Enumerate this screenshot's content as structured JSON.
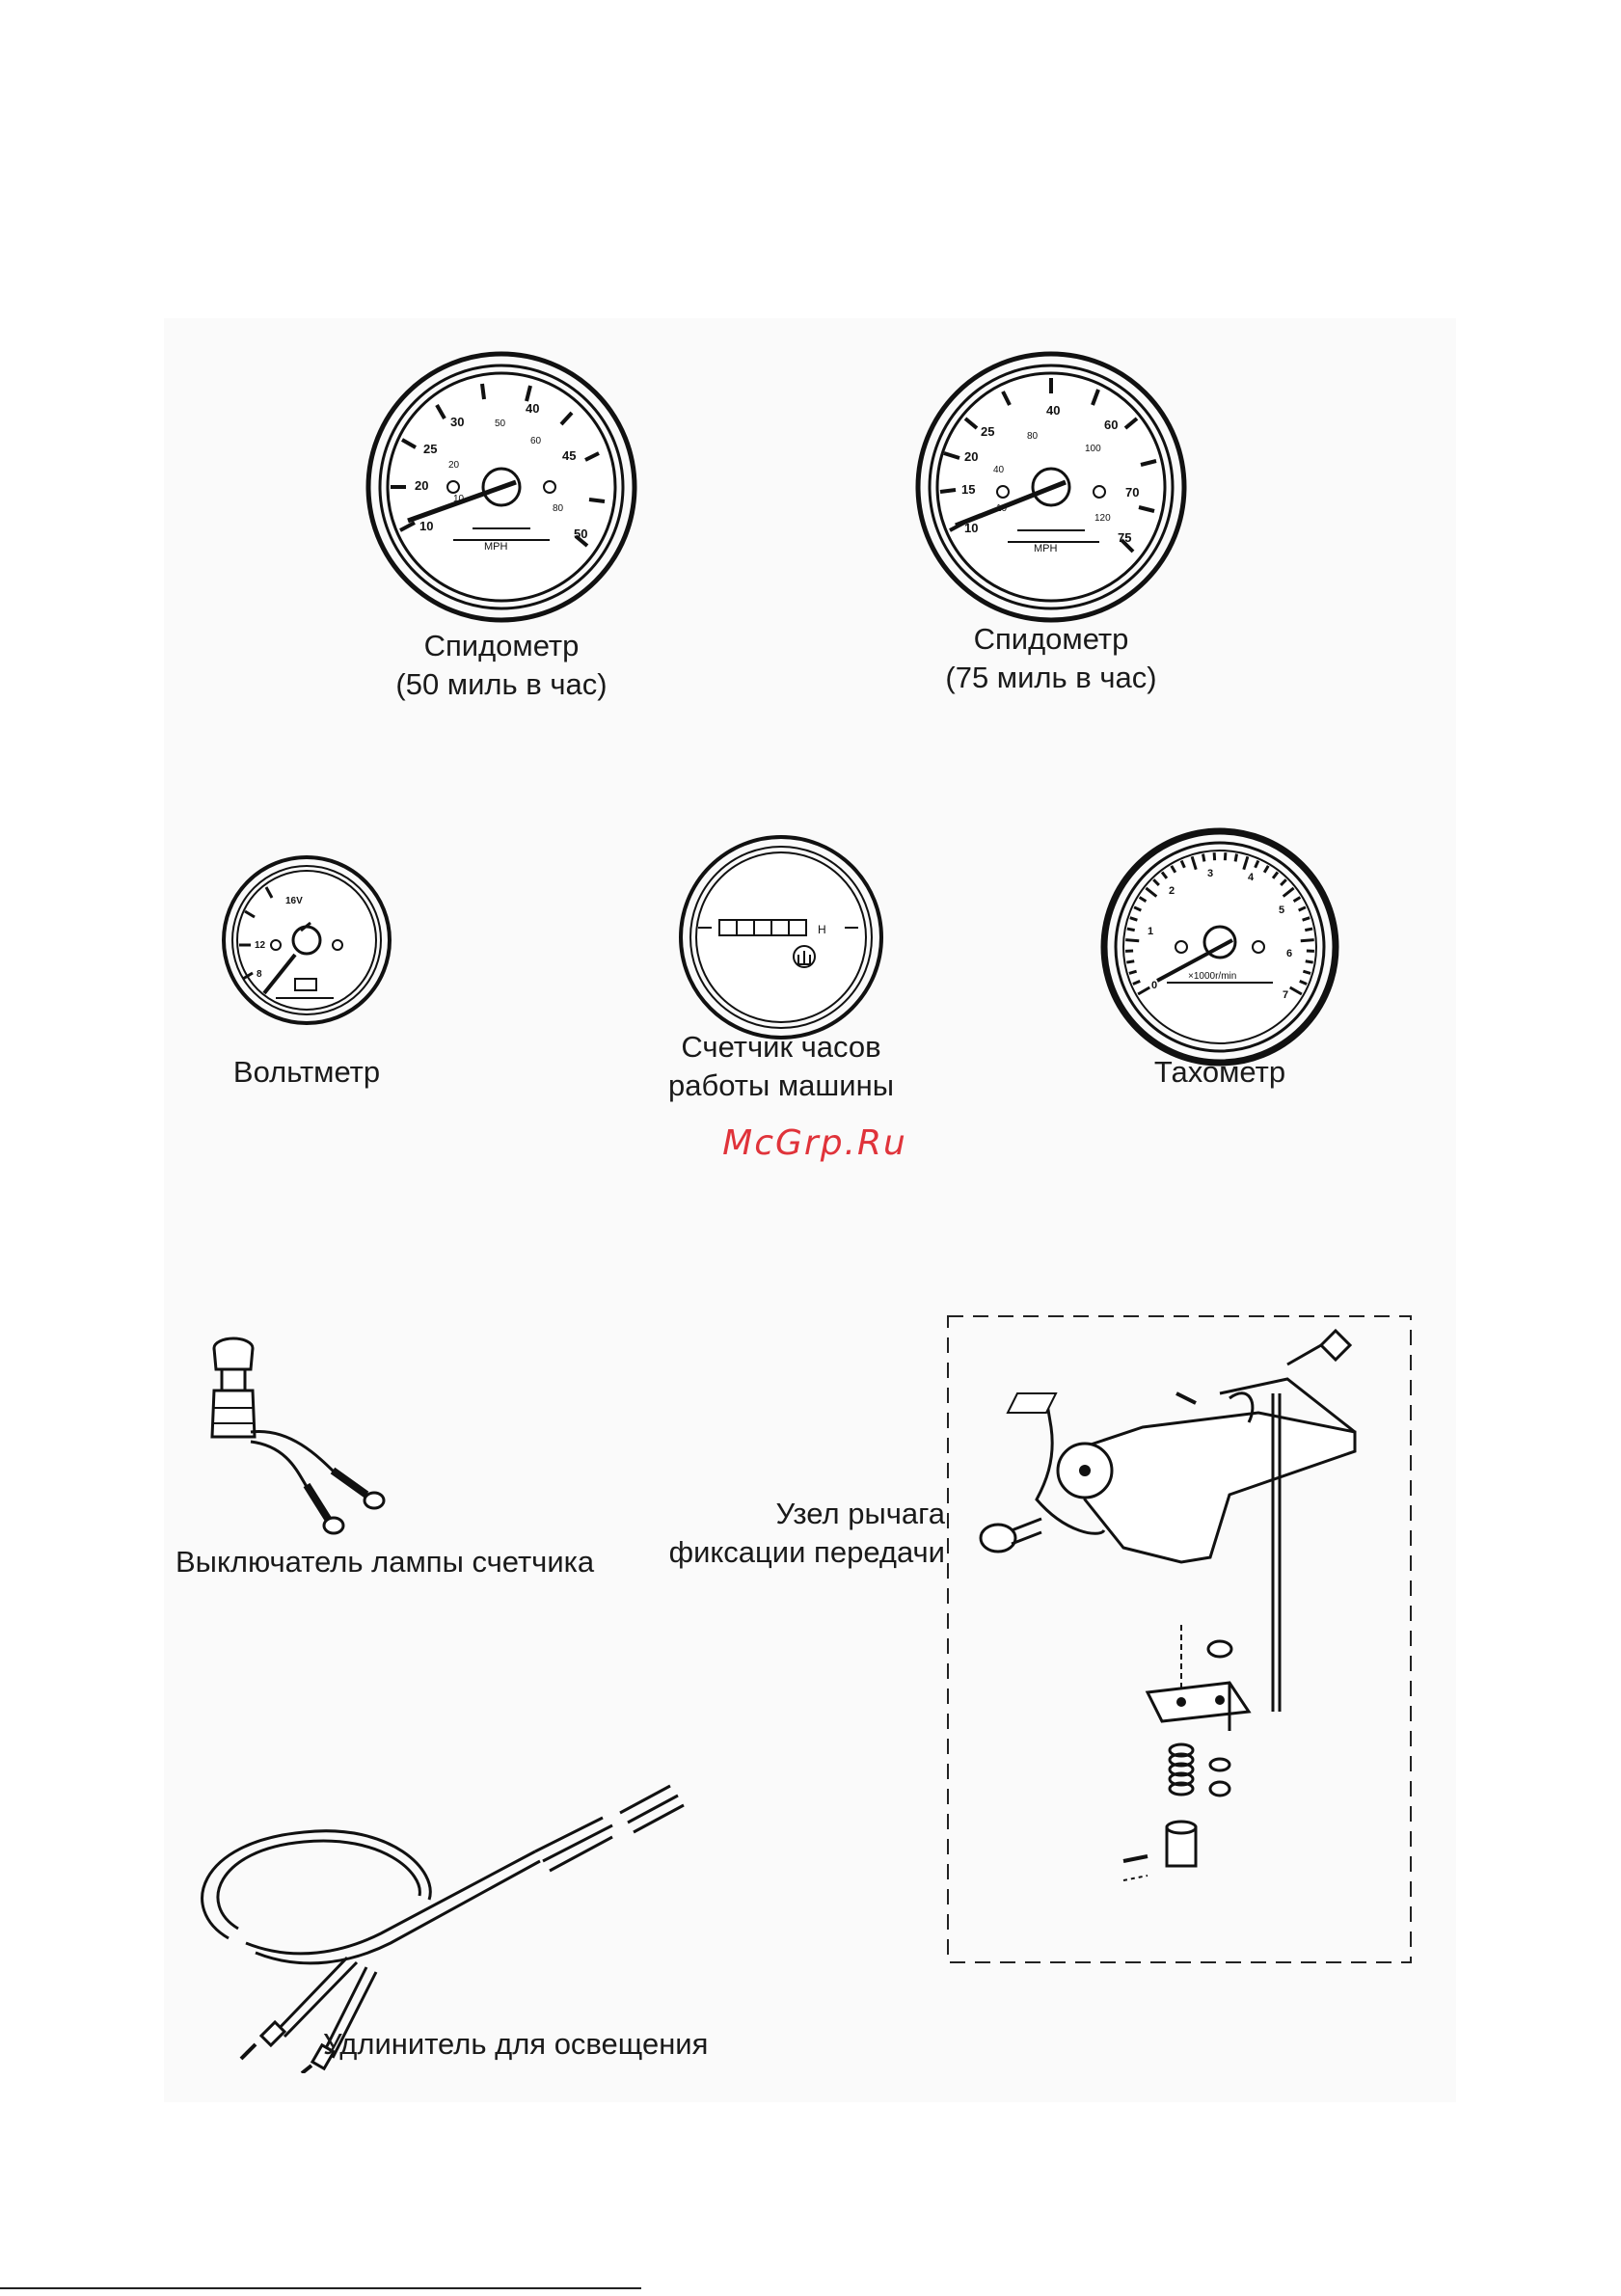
{
  "gauges": {
    "speedometer_50": {
      "title": "Спидометр",
      "subtitle": "(50 миль в час)",
      "unit": "MPH"
    },
    "speedometer_75": {
      "title": "Спидометр",
      "subtitle": "(75 миль в час)",
      "unit": "MPH"
    },
    "voltmeter": {
      "title": "Вольтметр",
      "scale": "16V"
    },
    "hour_meter": {
      "title_line1": "Счетчик часов",
      "title_line2": "работы машины",
      "unit": "H"
    },
    "tachometer": {
      "title": "Тахометр",
      "unit": "×1000r/min"
    }
  },
  "parts": {
    "lamp_switch": {
      "label": "Выключатель лампы счетчика"
    },
    "gear_lock_lever": {
      "label_line1": "Узел рычага",
      "label_line2": "фиксации передачи"
    },
    "light_extension": {
      "label": "Удлинитель для освещения"
    }
  },
  "watermark": "McGrp.Ru",
  "colors": {
    "ink": "#1a1a1a",
    "watermark": "#e0333a"
  }
}
